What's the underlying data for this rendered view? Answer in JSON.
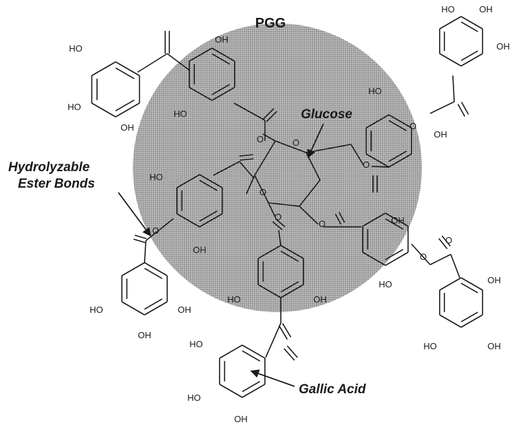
{
  "title": "PGG",
  "labels": {
    "glucose": "Glucose",
    "hydrolyzable_line1": "Hydrolyzable",
    "hydrolyzable_line2": "Ester Bonds",
    "gallic_acid": "Gallic Acid"
  },
  "atoms": {
    "ho": "HO",
    "oh": "OH",
    "o": "O"
  },
  "colors": {
    "circle_fill": "#a9a9a9",
    "ink": "#1a1a1a"
  }
}
